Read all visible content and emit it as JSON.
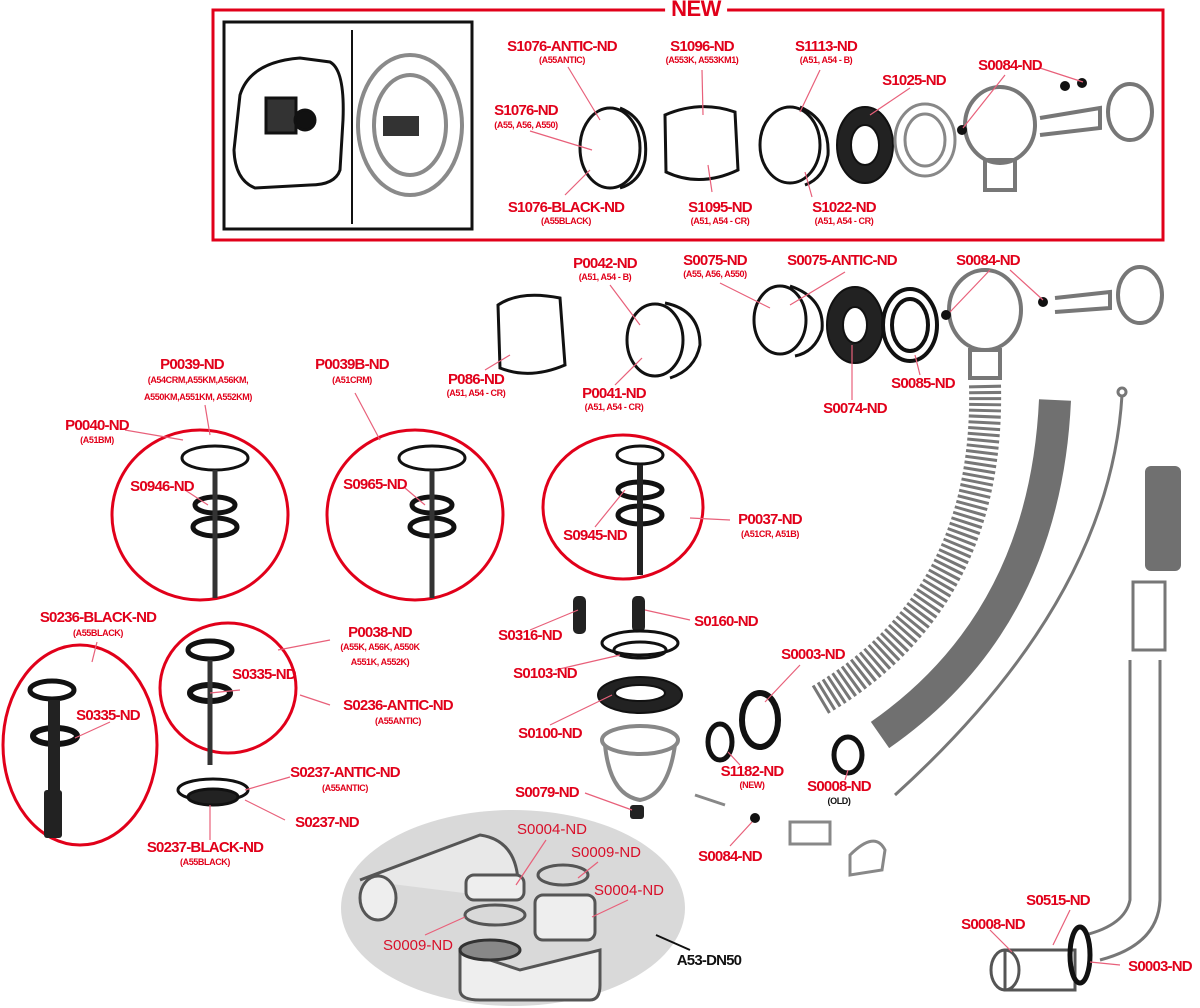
{
  "new_section": {
    "title": "NEW",
    "labels": [
      {
        "code": "S1076-ANTIC-ND",
        "sub": "(A55ANTIC)"
      },
      {
        "code": "S1096-ND",
        "sub": "(A553K, A553KM1)"
      },
      {
        "code": "S1113-ND",
        "sub": "(A51, A54 - B)"
      },
      {
        "code": "S1025-ND",
        "sub": ""
      },
      {
        "code": "S0084-ND",
        "sub": ""
      },
      {
        "code": "S1076-ND",
        "sub": "(A55, A56, A550)"
      },
      {
        "code": "S1076-BLACK-ND",
        "sub": "(A55BLACK)"
      },
      {
        "code": "S1095-ND",
        "sub": "(A51, A54 - CR)"
      },
      {
        "code": "S1022-ND",
        "sub": "(A51, A54 - CR)"
      }
    ]
  },
  "main_labels": [
    {
      "code": "P0042-ND",
      "sub": "(A51, A54 - B)"
    },
    {
      "code": "S0075-ND",
      "sub": "(A55, A56, A550)"
    },
    {
      "code": "S0075-ANTIC-ND",
      "sub": ""
    },
    {
      "code": "S0084-ND",
      "sub": ""
    },
    {
      "code": "P086-ND",
      "sub": "(A51, A54 - CR)"
    },
    {
      "code": "P0041-ND",
      "sub": "(A51, A54 - CR)"
    },
    {
      "code": "S0085-ND",
      "sub": ""
    },
    {
      "code": "S0074-ND",
      "sub": ""
    },
    {
      "code": "P0039-ND",
      "sub": "(A54CRM,A55KM,A56KM,",
      "sub2": "A550KM,A551KM, A552KM)"
    },
    {
      "code": "P0039B-ND",
      "sub": "(A51CRM)"
    },
    {
      "code": "P0040-ND",
      "sub": "(A51BM)"
    },
    {
      "code": "S0946-ND",
      "sub": ""
    },
    {
      "code": "S0965-ND",
      "sub": ""
    },
    {
      "code": "S0945-ND",
      "sub": ""
    },
    {
      "code": "P0037-ND",
      "sub": "(A51CR, A51B)"
    },
    {
      "code": "S0236-BLACK-ND",
      "sub": "(A55BLACK)"
    },
    {
      "code": "P0038-ND",
      "sub": "(A55K, A56K, A550K",
      "sub2": "A551K, A552K)"
    },
    {
      "code": "S0335-ND",
      "sub": ""
    },
    {
      "code": "S0335-ND",
      "sub": ""
    },
    {
      "code": "S0236-ANTIC-ND",
      "sub": "(A55ANTIC)"
    },
    {
      "code": "S0237-ANTIC-ND",
      "sub": "(A55ANTIC)"
    },
    {
      "code": "S0237-ND",
      "sub": ""
    },
    {
      "code": "S0237-BLACK-ND",
      "sub": "(A55BLACK)"
    },
    {
      "code": "S0316-ND",
      "sub": ""
    },
    {
      "code": "S0160-ND",
      "sub": ""
    },
    {
      "code": "S0103-ND",
      "sub": ""
    },
    {
      "code": "S0100-ND",
      "sub": ""
    },
    {
      "code": "S0003-ND",
      "sub": ""
    },
    {
      "code": "S1182-ND",
      "sub": "(NEW)"
    },
    {
      "code": "S0008-ND",
      "sub": "(OLD)"
    },
    {
      "code": "S0079-ND",
      "sub": ""
    },
    {
      "code": "S0084-ND",
      "sub": ""
    },
    {
      "code": "S0515-ND",
      "sub": ""
    },
    {
      "code": "S0008-ND",
      "sub": ""
    },
    {
      "code": "S0003-ND",
      "sub": ""
    }
  ],
  "siphon_inset": {
    "model": "A53-DN50",
    "labels": [
      {
        "code": "S0004-ND"
      },
      {
        "code": "S0009-ND"
      },
      {
        "code": "S0004-ND"
      },
      {
        "code": "S0009-ND"
      }
    ]
  },
  "colors": {
    "accent": "#e1001a",
    "part_line": "#111111",
    "part_gray": "#6a6a6a",
    "inset_bg": "#d9d9d9"
  }
}
